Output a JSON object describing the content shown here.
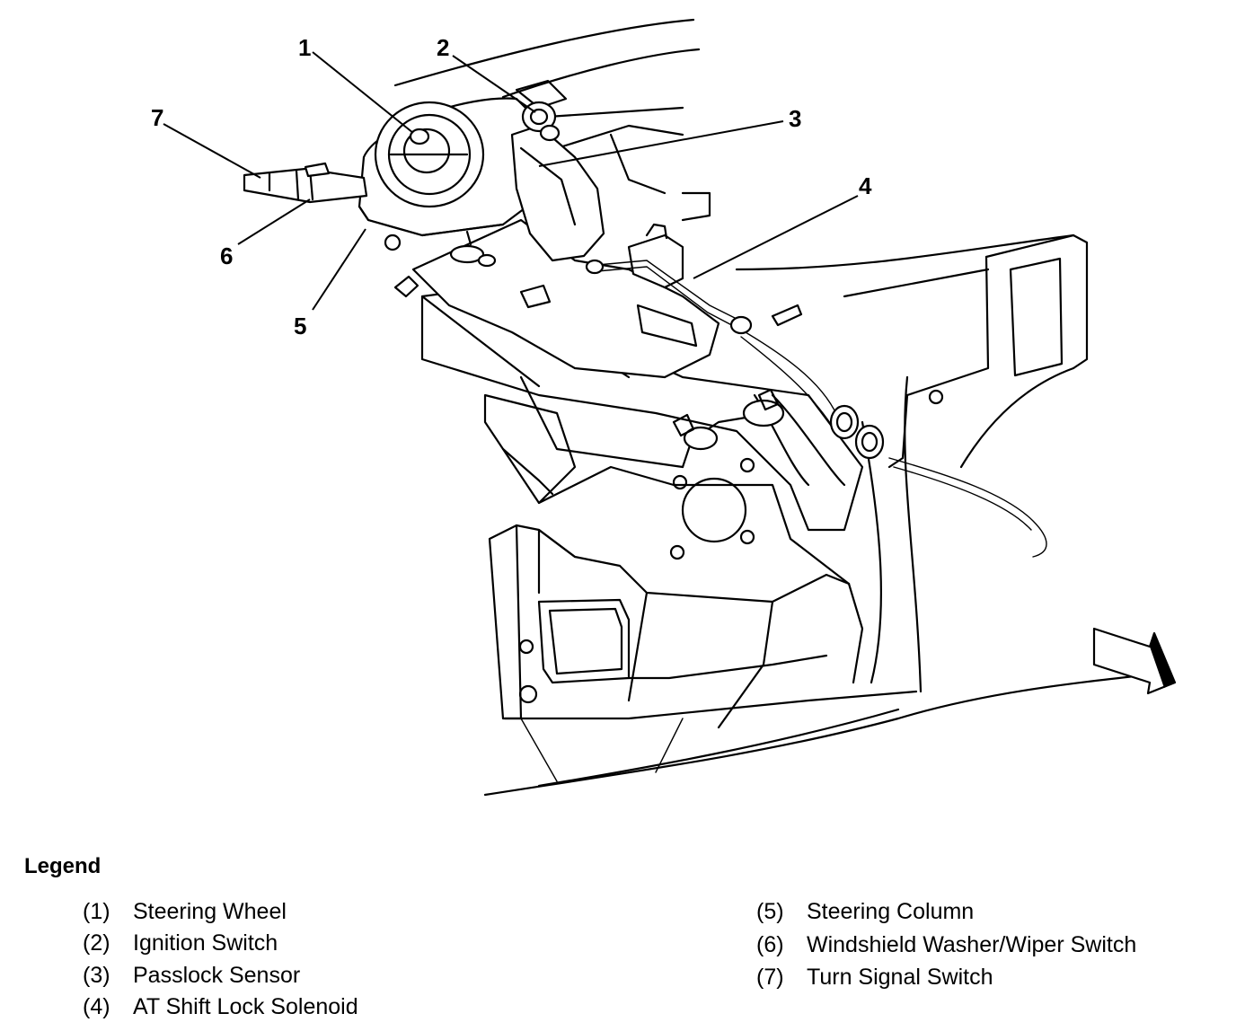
{
  "callouts": [
    "1",
    "2",
    "3",
    "4",
    "5",
    "6",
    "7"
  ],
  "legend": {
    "title": "Legend",
    "items": [
      {
        "num": "(1)",
        "label": "Steering Wheel"
      },
      {
        "num": "(2)",
        "label": "Ignition Switch"
      },
      {
        "num": "(3)",
        "label": "Passlock Sensor"
      },
      {
        "num": "(4)",
        "label": "AT Shift Lock Solenoid"
      },
      {
        "num": "(5)",
        "label": "Steering Column"
      },
      {
        "num": "(6)",
        "label": "Windshield Washer/Wiper Switch"
      },
      {
        "num": "(7)",
        "label": "Turn Signal Switch"
      }
    ]
  },
  "icons": {
    "direction_arrow": "forward-arrow-icon"
  }
}
